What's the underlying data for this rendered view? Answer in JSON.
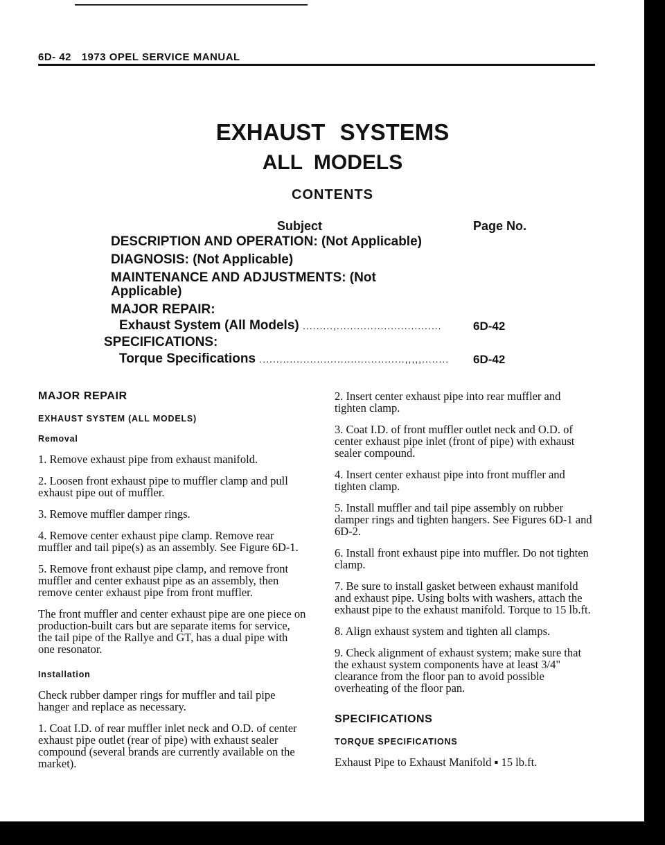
{
  "header": {
    "page_number": "6D- 42",
    "manual_title": "1973 OPEL SERVICE MANUAL"
  },
  "titles": {
    "line1": "EXHAUST SYSTEMS",
    "line2": "ALL MODELS",
    "line3": "CONTENTS"
  },
  "toc": {
    "subject_label": "Subject",
    "page_no_label": "Page No.",
    "entry1": "DESCRIPTION AND OPERATION: (Not Applicable)",
    "entry2": "DIAGNOSIS: (Not Applicable)",
    "entry3a": "MAINTENANCE AND ADJUSTMENTS: (Not",
    "entry3b": "Applicable)",
    "entry4": "MAJOR REPAIR:",
    "entry4_sub": "Exhaust System (All Models)",
    "entry4_dots": ".........,...............................",
    "entry4_page": "6D-42",
    "entry5": "SPECIFICATIONS:",
    "entry5_sub": "Torque Specifications",
    "entry5_dots": "...........................................,,,,,........",
    "entry5_page": "6D-42"
  },
  "left_column": {
    "heading": "MAJOR REPAIR",
    "subheading": "EXHAUST SYSTEM (ALL MODELS)",
    "removal_label": "Removal",
    "r1": "1. Remove exhaust pipe from exhaust manifold.",
    "r2": "2. Loosen front exhaust pipe to muffler clamp and pull exhaust pipe out of muffler.",
    "r3": "3. Remove muffler damper rings.",
    "r4": "4. Remove center exhaust pipe clamp. Remove rear muffler and tail pipe(s) as an assembly. See Figure 6D-1.",
    "r5": "5. Remove front exhaust pipe clamp, and remove front muffler and center exhaust pipe as an assembly, then remove center exhaust pipe from front muffler.",
    "note": "The front muffler and center exhaust pipe are one piece on production-built cars but are separate items for service, the tail pipe of the Rallye and GT, has a dual pipe with one resonator.",
    "installation_label": "Installation",
    "i0": "Check rubber damper rings for muffler and tail pipe hanger and replace as necessary.",
    "i1": "1. Coat I.D. of rear muffler inlet neck and O.D. of center exhaust pipe outlet (rear of pipe) with exhaust sealer compound (several brands are currently available on the market)."
  },
  "right_column": {
    "i2": "2. Insert center exhaust pipe into rear muffler and tighten clamp.",
    "i3": "3. Coat I.D. of front muffler outlet neck and O.D. of center exhaust pipe inlet (front of pipe) with exhaust sealer compound.",
    "i4": "4. Insert center exhaust pipe into front muffler and tighten clamp.",
    "i5": "5. Install muffler and tail pipe assembly on rubber damper rings and tighten hangers. See Figures 6D-1 and 6D-2.",
    "i6": "6. Install front exhaust pipe into muffler. Do not tighten clamp.",
    "i7": "7. Be sure to install gasket between exhaust manifold and exhaust pipe. Using bolts with washers, attach the exhaust pipe to the exhaust manifold. Torque to 15 lb.ft.",
    "i8": "8. Align exhaust system and tighten all clamps.",
    "i9": "9. Check alignment of exhaust system; make sure that the exhaust system components have at least 3/4\" clearance from the floor pan to avoid possible overheating of the floor pan.",
    "spec_heading": "SPECIFICATIONS",
    "spec_subheading": "TORQUE SPECIFICATIONS",
    "spec_line": "Exhaust Pipe to Exhaust Manifold ▪ 15 lb.ft."
  }
}
